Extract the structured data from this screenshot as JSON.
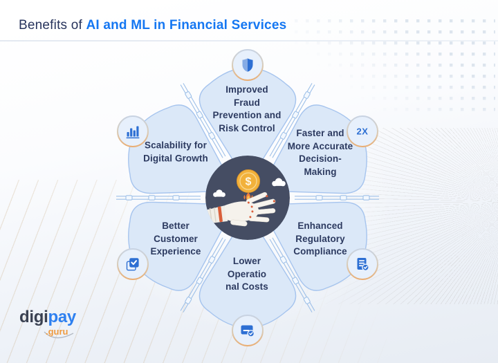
{
  "header": {
    "title_prefix": "Benefits of ",
    "title_highlight": "AI and ML in Financial Services"
  },
  "petals": [
    {
      "id": "fraud",
      "label": "Improved\nFraud\nPrevention and\nRisk Control",
      "icon": "shield-icon"
    },
    {
      "id": "decision",
      "label": "Faster and\nMore Accurate\nDecision-\nMaking",
      "icon": "2x-badge-icon",
      "badge": "2X"
    },
    {
      "id": "compliance",
      "label": "Enhanced\nRegulatory\nCompliance",
      "icon": "invoice-check-icon"
    },
    {
      "id": "costs",
      "label": "Lower\nOperatio\nnal Costs",
      "icon": "card-check-icon"
    },
    {
      "id": "customer",
      "label": "Better\nCustomer\nExperience",
      "icon": "checkbox-icon"
    },
    {
      "id": "scalability",
      "label": "Scalability for\nDigital Growth",
      "icon": "bar-chart-icon"
    }
  ],
  "center": {
    "coin_symbol": "$"
  },
  "logo": {
    "part1": "digi",
    "part2": "pay",
    "part3": ".guru"
  },
  "colors": {
    "title_highlight": "#1577f2",
    "text_navy": "#2c3a60",
    "petal_fill": "#dbe8f8",
    "petal_border": "#a6c4ee",
    "icon_blue": "#2d6fd3",
    "ring_orange": "#e9ae74",
    "center_navy": "#454d63",
    "coin_gold": "#f2b13b",
    "flame_orange": "#ee7d3c",
    "logo_blue": "#2e80f0",
    "logo_orange": "#ef9b40"
  }
}
